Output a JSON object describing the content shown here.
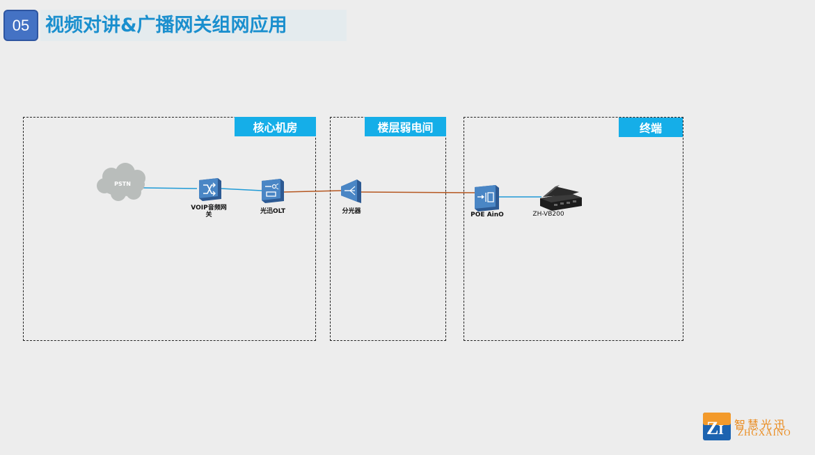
{
  "header": {
    "number": "05",
    "title": "视频对讲&广播网关组网应用"
  },
  "zones": [
    {
      "label": "核心机房"
    },
    {
      "label": "楼层弱电间"
    },
    {
      "label": "终端"
    }
  ],
  "devices": {
    "pstn": "PSTN",
    "voip": "VOIP音频网关",
    "olt": "光迅OLT",
    "splitter": "分光器",
    "poe": "POE AinO",
    "terminal": "ZH-VB200"
  },
  "colors": {
    "ethernet_link": "#1e9ad6",
    "fiber_link": "#b5561f",
    "zone_tag": "#15aee8",
    "title": "#1a8fce",
    "logo": "#ea8a1c"
  },
  "logo": {
    "cn": "智慧光迅",
    "en": "ZHGXAINO"
  }
}
